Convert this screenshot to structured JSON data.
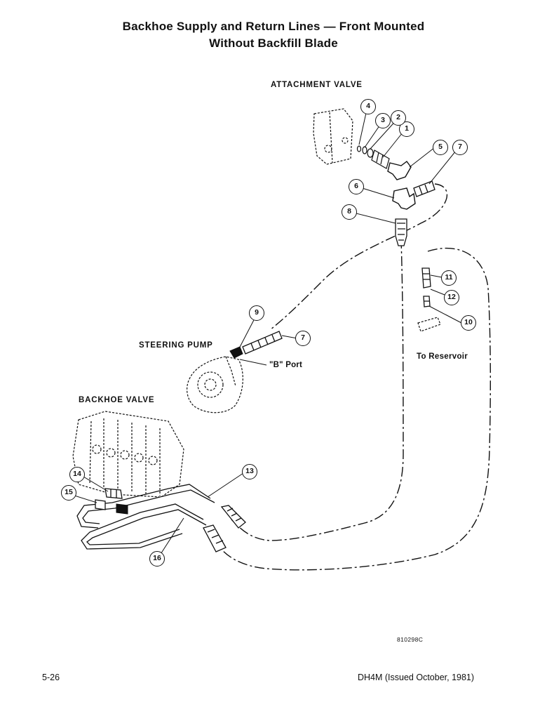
{
  "title": {
    "line1": "Backhoe Supply and Return Lines — Front Mounted",
    "line2": "Without Backfill Blade"
  },
  "labels": {
    "attachment_valve": "ATTACHMENT VALVE",
    "steering_pump": "STEERING PUMP",
    "b_port": "\"B\" Port",
    "backhoe_valve": "BACKHOE VALVE",
    "to_reservoir": "To Reservoir"
  },
  "callouts": [
    "1",
    "2",
    "3",
    "4",
    "5",
    "7",
    "6",
    "8",
    "11",
    "12",
    "10",
    "9",
    "7",
    "13",
    "14",
    "15",
    "16"
  ],
  "drawing_code": "810298C",
  "footer": {
    "page": "5-26",
    "doc": "DH4M (Issued October, 1981)"
  }
}
